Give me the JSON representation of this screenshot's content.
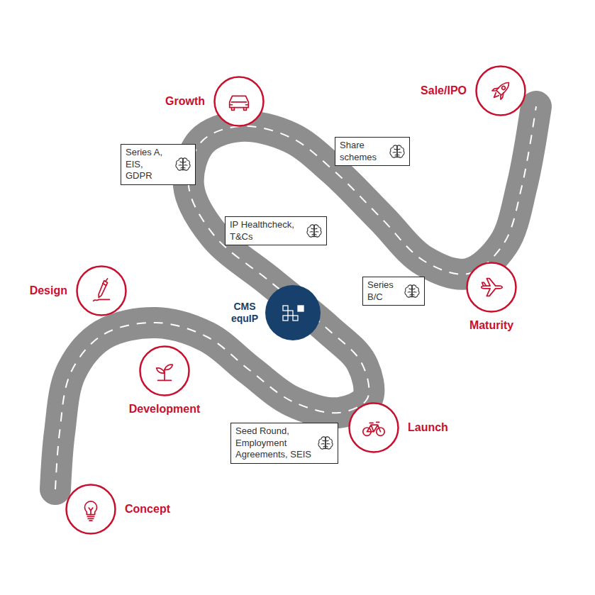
{
  "diagram": {
    "nodes": [
      {
        "text": [
          "Concept"
        ]
      },
      {
        "text": [
          "Development"
        ]
      },
      {
        "text": [
          "Design"
        ]
      },
      {
        "text": [
          "Seed Round, Employment Agreements, SEIS"
        ]
      },
      {
        "text": [
          "Launch"
        ]
      },
      {
        "text": [
          "CMS equIP"
        ]
      },
      {
        "text": [
          "IP Healthcheck, T&Cs"
        ]
      },
      {
        "text": [
          "Growth"
        ]
      },
      {
        "text": [
          "Series A, EIS, GDPR"
        ]
      },
      {
        "text": [
          "Share schemes"
        ]
      },
      {
        "text": [
          "Series B/C"
        ]
      },
      {
        "text": [
          "Maturity"
        ]
      },
      {
        "text": [
          "Sale/IPO"
        ]
      }
    ]
  }
}
